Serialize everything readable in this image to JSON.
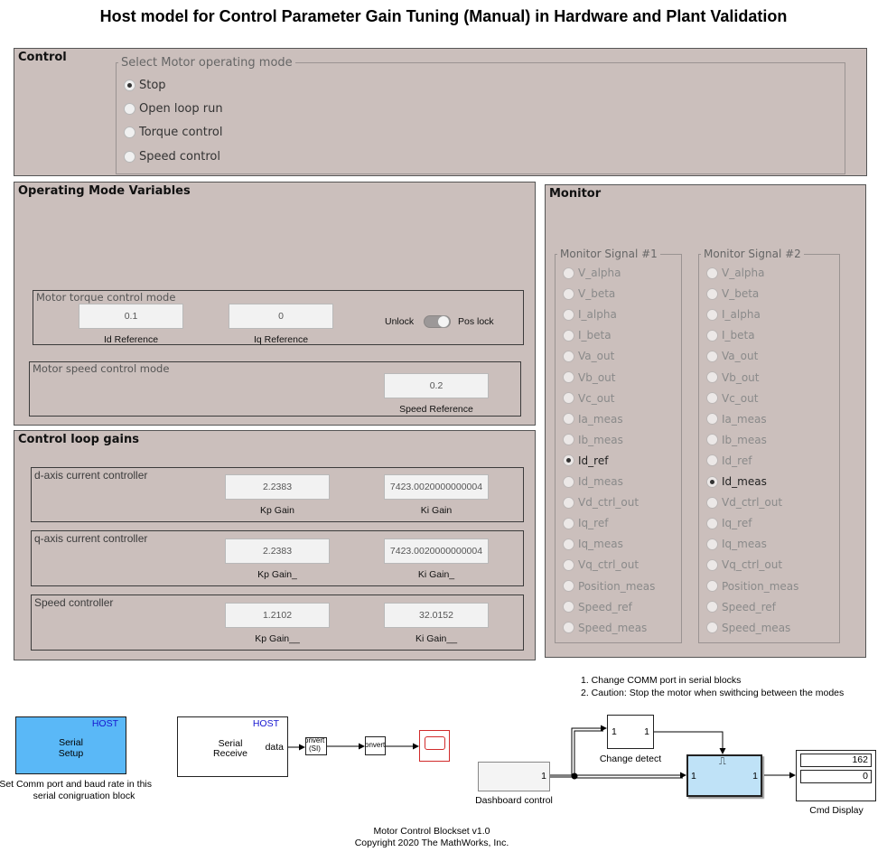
{
  "title": "Host model for Control Parameter Gain Tuning (Manual) in Hardware and Plant Validation",
  "control": {
    "title": "Control",
    "group_label": "Select Motor operating mode",
    "options": [
      "Stop",
      "Open loop run",
      "Torque control",
      "Speed control"
    ],
    "selected": "Stop"
  },
  "operating": {
    "title": "Operating Mode Variables",
    "torque_group": "Motor torque control mode",
    "id_ref_value": "0.1",
    "id_ref_label": "Id Reference",
    "iq_ref_value": "0",
    "iq_ref_label": "Iq Reference",
    "toggle_left": "Unlock",
    "toggle_right": "Pos lock",
    "speed_group": "Motor speed control mode",
    "speed_ref_value": "0.2",
    "speed_ref_label": "Speed Reference"
  },
  "gains": {
    "title": "Control loop gains",
    "d_axis": {
      "label": "d-axis current controller",
      "kp": "2.2383",
      "kp_label": "Kp Gain",
      "ki": "7423.0020000000004",
      "ki_label": "Ki Gain"
    },
    "q_axis": {
      "label": "q-axis current controller",
      "kp": "2.2383",
      "kp_label": "Kp Gain_",
      "ki": "7423.0020000000004",
      "ki_label": "Ki Gain_"
    },
    "speed": {
      "label": "Speed controller",
      "kp": "1.2102",
      "kp_label": "Kp Gain__",
      "ki": "32.0152",
      "ki_label": "Ki Gain__"
    }
  },
  "monitor": {
    "title": "Monitor",
    "signal1_label": "Monitor Signal #1",
    "signal2_label": "Monitor Signal #2",
    "signals": [
      "V_alpha",
      "V_beta",
      "I_alpha",
      "I_beta",
      "Va_out",
      "Vb_out",
      "Vc_out",
      "Ia_meas",
      "Ib_meas",
      "Id_ref",
      "Id_meas",
      "Vd_ctrl_out",
      "Iq_ref",
      "Iq_meas",
      "Vq_ctrl_out",
      "Position_meas",
      "Speed_ref",
      "Speed_meas"
    ],
    "signal1_selected": "Id_ref",
    "signal2_selected": "Id_meas"
  },
  "notes": {
    "line1": "1. Change COMM port in serial blocks",
    "line2": "2. Caution: Stop the motor when swithcing between the modes"
  },
  "blocks": {
    "serial_setup": {
      "tag": "HOST",
      "line1": "Serial",
      "line2": "Setup",
      "caption1": "Set Comm port and baud rate in this",
      "caption2": "serial conigruation block"
    },
    "serial_receive": {
      "tag": "HOST",
      "line1": "Serial",
      "line2": "Receive",
      "port": "data"
    },
    "convert1": {
      "label": "onvert",
      "sub": "(SI)"
    },
    "convert2": {
      "label": "onvert"
    },
    "dashboard": {
      "port": "1",
      "caption": "Dashboard control"
    },
    "change_detect": {
      "in": "1",
      "out": "1",
      "caption": "Change detect"
    },
    "triggered": {
      "in": "1",
      "out": "1",
      "symbol": "⎍"
    },
    "cmd_display": {
      "value1": "162",
      "value2": "0",
      "caption": "Cmd Display"
    }
  },
  "footer": {
    "line1": "Motor Control Blockset v1.0",
    "line2": "Copyright 2020 The MathWorks, Inc."
  },
  "colors": {
    "panel_bg": "#cbbfbc",
    "block_blue": "#5ab8f7",
    "triggered_blue": "#bfe2f7",
    "host_tag": "#1515d0",
    "scope_red": "#d12b2b"
  }
}
